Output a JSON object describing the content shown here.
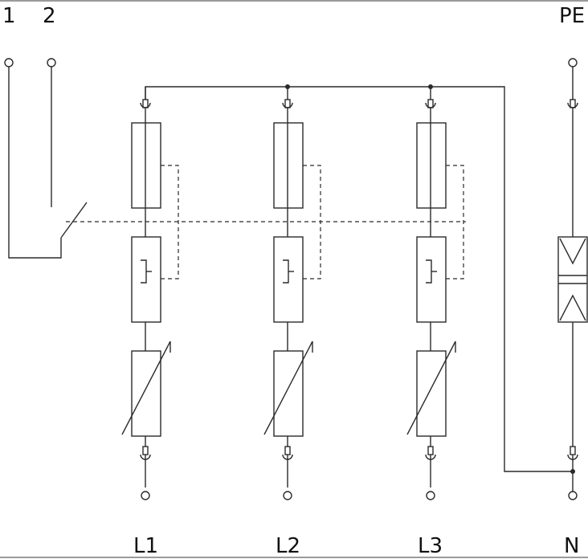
{
  "labels": {
    "contact_1": "1",
    "contact_2": "2",
    "pe": "PE",
    "l1": "L1",
    "l2": "L2",
    "l3": "L3",
    "n": "N"
  }
}
